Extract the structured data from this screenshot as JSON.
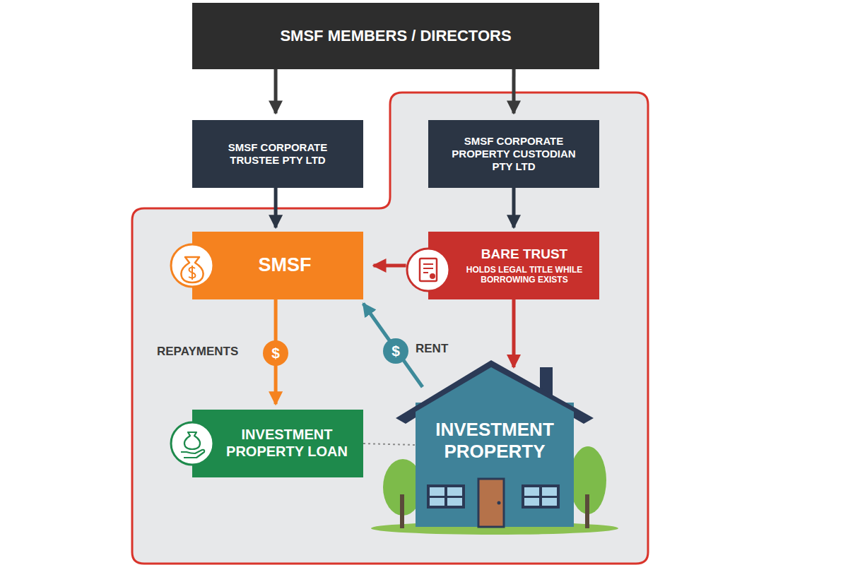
{
  "diagram": {
    "nodes": [
      {
        "text": [
          "SMSF MEMBERS / DIRECTORS"
        ]
      },
      {
        "text": [
          "SMSF CORPORATE TRUSTEE PTY LTD"
        ]
      },
      {
        "text": [
          "SMSF CORPORATE PROPERTY CUSTODIAN PTY LTD"
        ]
      },
      {
        "text": [
          "SMSF"
        ]
      },
      {
        "text": [
          "BARE TRUST",
          "HOLDS LEGAL TITLE WHILE BORROWING EXISTS"
        ]
      },
      {
        "text": [
          "INVESTMENT PROPERTY LOAN"
        ]
      },
      {
        "text": [
          "INVESTMENT PROPERTY"
        ]
      }
    ],
    "edges": [
      {
        "from": 0,
        "to": 1,
        "arrow": "to"
      },
      {
        "from": 0,
        "to": 2,
        "arrow": "to"
      },
      {
        "from": 1,
        "to": 3,
        "arrow": "to"
      },
      {
        "from": 2,
        "to": 4,
        "arrow": "to"
      },
      {
        "from": 4,
        "to": 3,
        "arrow": "to"
      },
      {
        "from": 3,
        "to": 5,
        "arrow": "to",
        "label": "REPAYMENTS"
      },
      {
        "from": 6,
        "to": 3,
        "arrow": "to",
        "label": "RENT"
      },
      {
        "from": 4,
        "to": 6,
        "arrow": "to"
      },
      {
        "from": 5,
        "to": 6,
        "arrow": "none"
      }
    ],
    "labels": [
      "$",
      "$"
    ]
  }
}
